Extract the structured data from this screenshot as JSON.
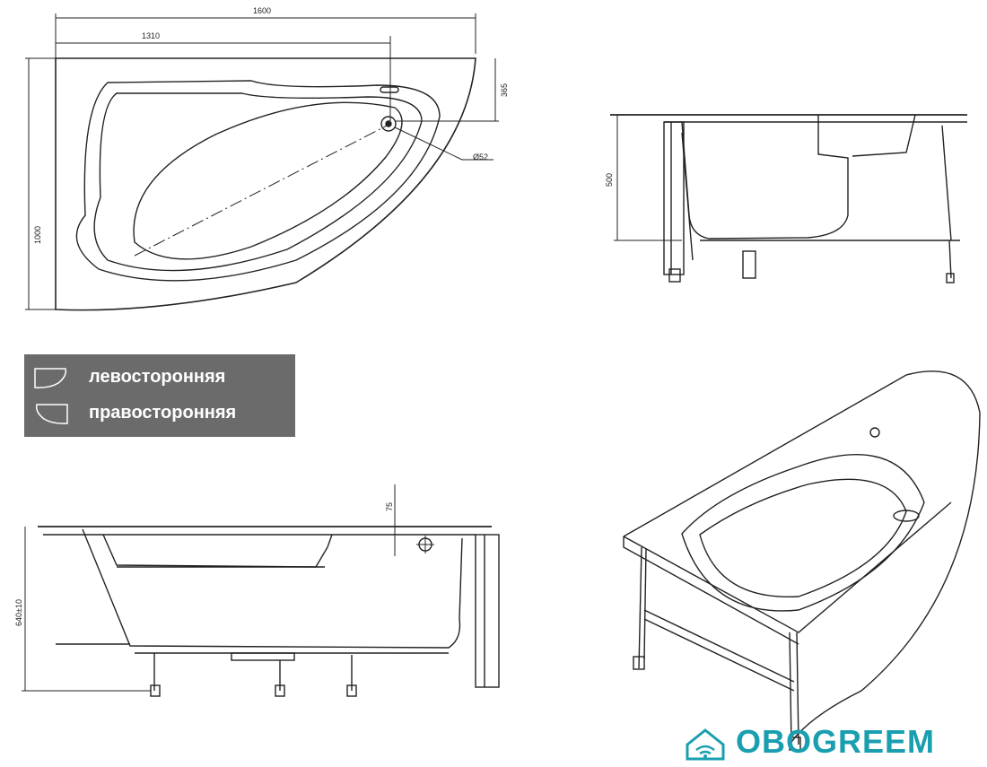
{
  "dimensions": {
    "top_width": "1600",
    "top_inner": "1310",
    "top_offset": "365",
    "drain": "Ø52",
    "top_height": "1000",
    "side_height": "500",
    "front_drain": "75",
    "front_height": "640±10"
  },
  "legend": {
    "left_label": "левосторонняя",
    "right_label": "правосторонняя"
  },
  "brand": {
    "name": "OBOGREEM",
    "color": "#1a9fb0",
    "icon": "house-wifi-icon"
  }
}
